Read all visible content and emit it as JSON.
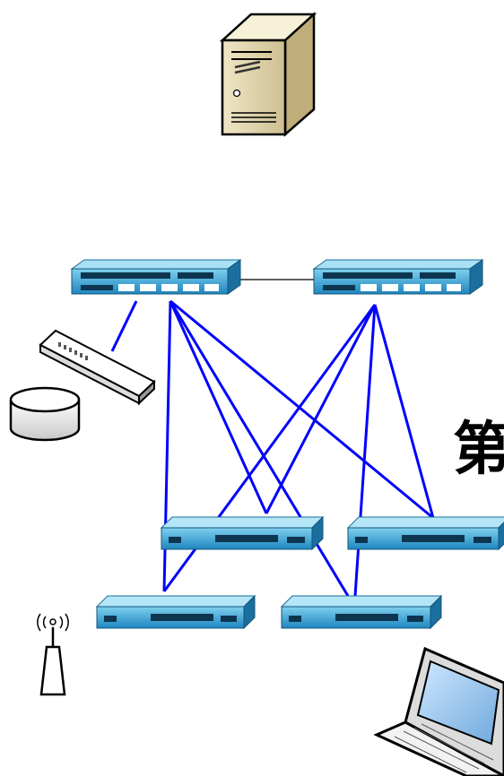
{
  "diagram": {
    "partial_title": "第",
    "nodes": [
      {
        "id": "server",
        "icon": "server-tower-icon"
      },
      {
        "id": "core-switch-1",
        "icon": "core-switch-icon"
      },
      {
        "id": "core-switch-2",
        "icon": "core-switch-icon"
      },
      {
        "id": "hub",
        "icon": "hub-icon"
      },
      {
        "id": "storage",
        "icon": "storage-disk-icon"
      },
      {
        "id": "access-switch-1",
        "icon": "access-switch-icon"
      },
      {
        "id": "access-switch-2",
        "icon": "access-switch-icon"
      },
      {
        "id": "access-switch-3",
        "icon": "access-switch-icon"
      },
      {
        "id": "access-switch-4",
        "icon": "access-switch-icon"
      },
      {
        "id": "wireless-ap",
        "icon": "wireless-access-point-icon"
      },
      {
        "id": "laptop",
        "icon": "laptop-icon"
      }
    ],
    "links": [
      {
        "from": "core-switch-1",
        "to": "core-switch-2",
        "color": "#000000"
      },
      {
        "from": "core-switch-1",
        "to": "hub",
        "color": "#0000ff"
      },
      {
        "from": "core-switch-1",
        "to": "access-switch-1",
        "color": "#0000ff"
      },
      {
        "from": "core-switch-1",
        "to": "access-switch-2",
        "color": "#0000ff"
      },
      {
        "from": "core-switch-1",
        "to": "access-switch-3",
        "color": "#0000ff"
      },
      {
        "from": "core-switch-1",
        "to": "access-switch-4",
        "color": "#0000ff"
      },
      {
        "from": "core-switch-2",
        "to": "access-switch-1",
        "color": "#0000ff"
      },
      {
        "from": "core-switch-2",
        "to": "access-switch-2",
        "color": "#0000ff"
      },
      {
        "from": "core-switch-2",
        "to": "access-switch-3",
        "color": "#0000ff"
      },
      {
        "from": "core-switch-2",
        "to": "access-switch-4",
        "color": "#0000ff"
      }
    ]
  }
}
